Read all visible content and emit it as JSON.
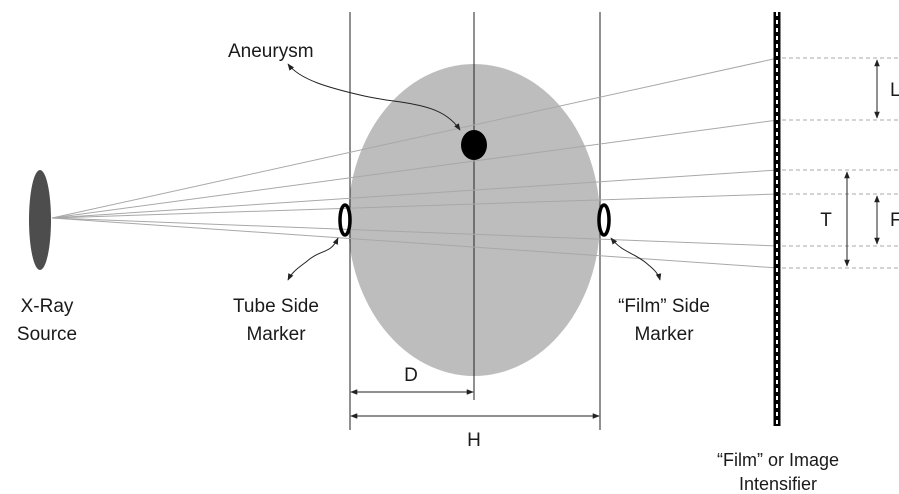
{
  "labels": {
    "aneurysm": "Aneurysm",
    "xray_source_line1": "X-Ray",
    "xray_source_line2": "Source",
    "tube_marker_line1": "Tube Side",
    "tube_marker_line2": "Marker",
    "film_marker_line1": "“Film” Side",
    "film_marker_line2": "Marker",
    "film_line1": "“Film” or Image",
    "film_line2": "Intensifier",
    "dim_d": "D",
    "dim_h": "H",
    "dim_t": "T",
    "dim_l": "L",
    "dim_f": "F"
  },
  "colors": {
    "head": "#bdbdbd",
    "source": "#4d4d4d",
    "ray": "#a8a8a8",
    "line": "#222222"
  }
}
